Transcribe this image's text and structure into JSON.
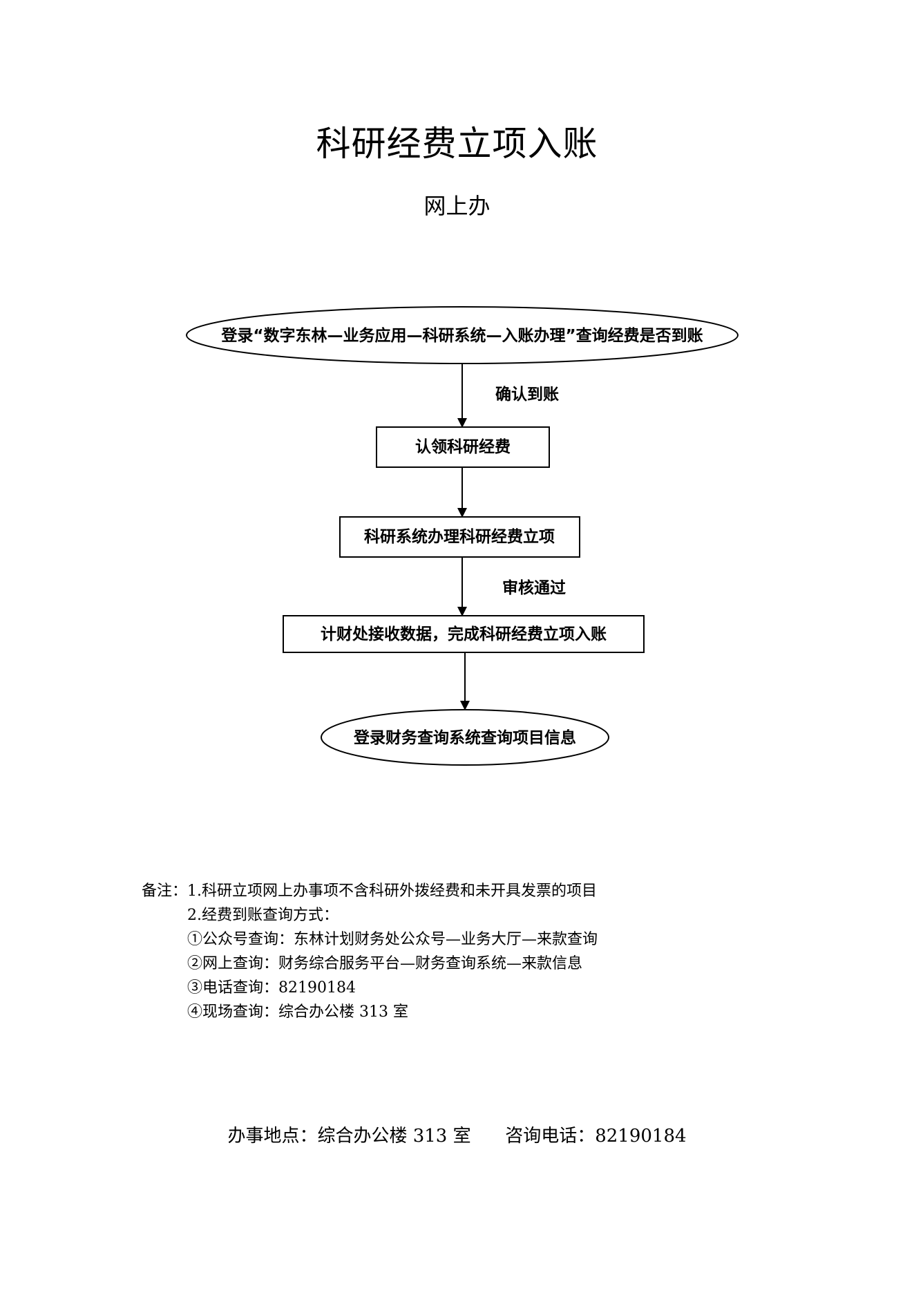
{
  "title": "科研经费立项入账",
  "subtitle": "网上办",
  "flow": {
    "start_node": "登录“数字东林—业务应用—科研系统—入账办理”查询经费是否到账",
    "edge_confirm": "确认到账",
    "step1": "认领科研经费",
    "step2": "科研系统办理科研经费立项",
    "edge_approve": "审核通过",
    "step3": "计财处接收数据，完成科研经费立项入账",
    "end_node": "登录财务查询系统查询项目信息"
  },
  "notes": {
    "line1": "备注：1.科研立项网上办事项不含科研外拨经费和未开具发票的项目",
    "line2": "2.经费到账查询方式：",
    "line3": "①公众号查询：东林计划财务处公众号—业务大厅—来款查询",
    "line4": "②网上查询：财务综合服务平台—财务查询系统—来款信息",
    "line5": "③电话查询：82190184",
    "line6": "④现场查询：综合办公楼 313 室"
  },
  "footer": {
    "location": "办事地点：综合办公楼 313 室",
    "phone": "咨询电话：82190184"
  }
}
